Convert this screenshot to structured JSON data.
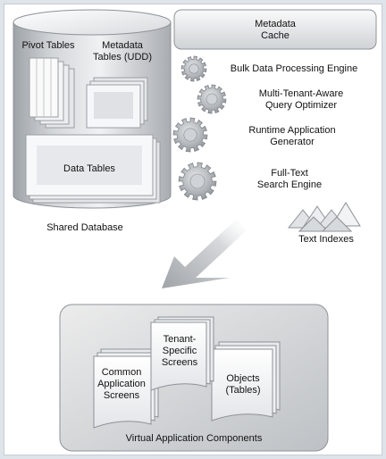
{
  "shared_database": {
    "label": "Shared Database",
    "pivot_tables": "Pivot Tables",
    "metadata_tables": "Metadata\nTables (UDD)",
    "data_tables": "Data Tables"
  },
  "metadata_cache": "Metadata\nCache",
  "engines": [
    {
      "label": "Bulk Data Processing Engine"
    },
    {
      "label": "Multi-Tenant-Aware\nQuery Optimizer"
    },
    {
      "label": "Runtime Application\nGenerator"
    },
    {
      "label": "Full-Text\nSearch Engine"
    }
  ],
  "text_indexes": "Text Indexes",
  "virtual_components": {
    "label": "Virtual Application Components",
    "common_screens": "Common\nApplication\nScreens",
    "tenant_screens": "Tenant-\nSpecific\nScreens",
    "objects": "Objects\n(Tables)"
  }
}
